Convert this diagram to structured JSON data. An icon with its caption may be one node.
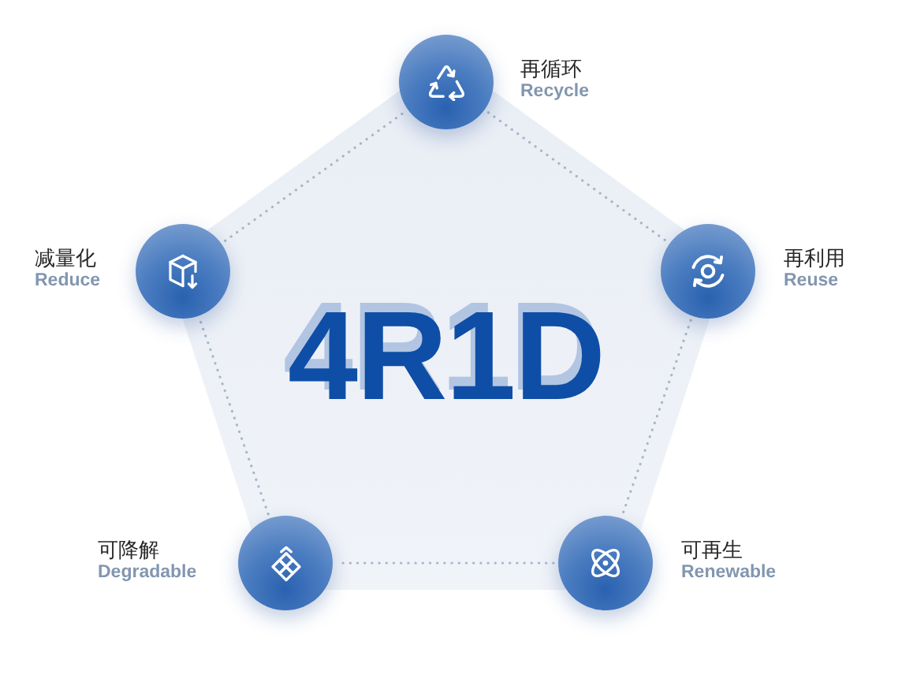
{
  "diagram": {
    "nodes": [
      {
        "text": [],
        "shape": "circle",
        "beside": [
          "再循环",
          "Recycle"
        ]
      },
      {
        "text": [],
        "shape": "circle",
        "beside": [
          "减量化",
          "Reduce"
        ]
      },
      {
        "text": [],
        "shape": "circle",
        "beside": [
          "再利用",
          "Reuse"
        ]
      },
      {
        "text": [],
        "shape": "circle",
        "beside": [
          "可降解",
          "Degradable"
        ]
      },
      {
        "text": [],
        "shape": "circle",
        "beside": [
          "可再生",
          "Renewable"
        ]
      }
    ],
    "edges": [
      {
        "from": 0,
        "to": 2,
        "arrow": "none",
        "style": "dashed"
      },
      {
        "from": 2,
        "to": 4,
        "arrow": "none",
        "style": "dashed"
      },
      {
        "from": 4,
        "to": 3,
        "arrow": "none",
        "style": "dashed"
      },
      {
        "from": 3,
        "to": 1,
        "arrow": "none",
        "style": "dashed"
      },
      {
        "from": 1,
        "to": 0,
        "arrow": "none",
        "style": "dashed"
      }
    ],
    "labels": [
      "4R1D"
    ]
  }
}
